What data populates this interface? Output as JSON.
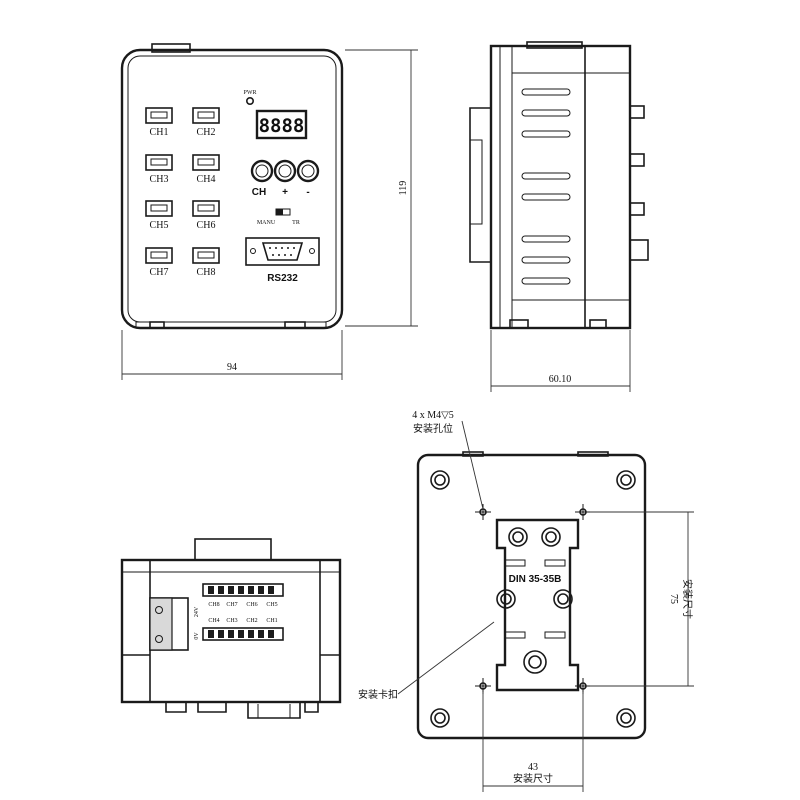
{
  "front_view": {
    "channels": [
      "CH1",
      "CH2",
      "CH3",
      "CH4",
      "CH5",
      "CH6",
      "CH7",
      "CH8"
    ],
    "pwr_label": "PWR",
    "display_text": "8888",
    "buttons": [
      "CH",
      "+",
      "-"
    ],
    "switch_label_left": "MANU",
    "switch_label_right": "TR",
    "port_label": "RS232",
    "width_dim": "94",
    "height_dim": "119"
  },
  "side_view": {
    "depth_dim": "60.10"
  },
  "bottom_view": {
    "terminal_row1": [
      "CH8",
      "CH7",
      "CH6",
      "CH5"
    ],
    "terminal_row2": [
      "CH4",
      "CH3",
      "CH2",
      "CH1"
    ],
    "power_labels": [
      "24V",
      "0V"
    ]
  },
  "back_view": {
    "mount_hole_spec": "4 x M4▽5",
    "mount_hole_label": "安装孔位",
    "din_label": "DIN 35-35B",
    "clip_label": "安装卡扣",
    "vertical_dim": "75",
    "vertical_dim_label": "安装尺寸",
    "horizontal_dim": "43",
    "horizontal_dim_label": "安装尺寸"
  }
}
